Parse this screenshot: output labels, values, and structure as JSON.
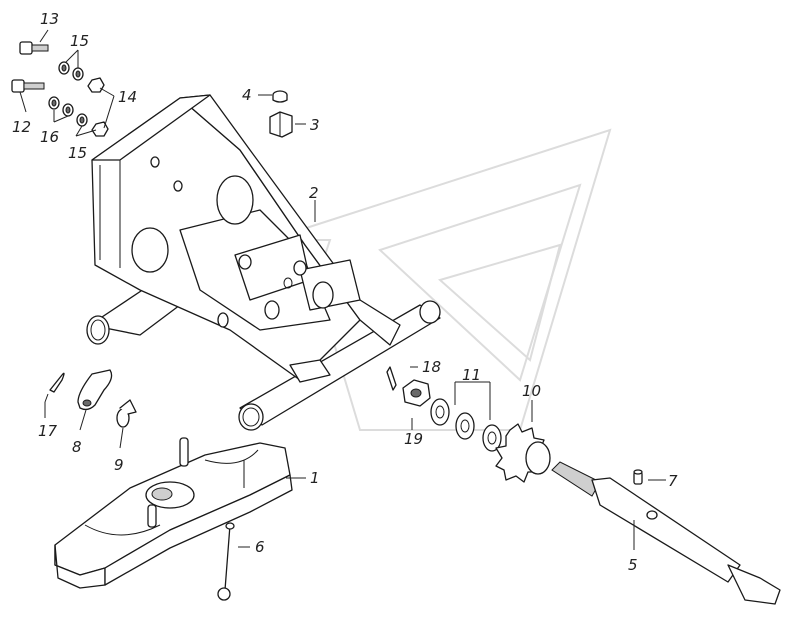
{
  "callouts": {
    "c1": "1",
    "c2": "2",
    "c3": "3",
    "c4": "4",
    "c5": "5",
    "c6": "6",
    "c7": "7",
    "c8": "8",
    "c9": "9",
    "c10": "10",
    "c11": "11",
    "c12": "12",
    "c13": "13",
    "c14": "14",
    "c15a": "15",
    "c15b": "15",
    "c16": "16",
    "c17": "17",
    "c18": "18",
    "c19": "19"
  },
  "colors": {
    "line": "#1a1a1a",
    "watermark": "#dcdcdc",
    "background": "#ffffff"
  }
}
